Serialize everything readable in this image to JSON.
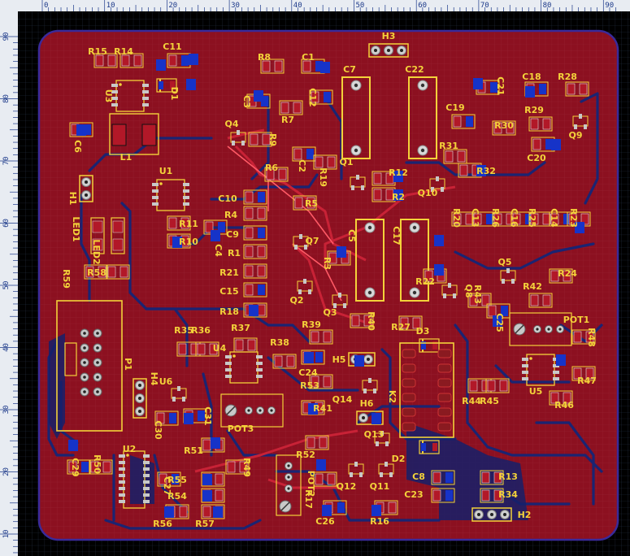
{
  "colors": {
    "background": "#000000",
    "grid": "#1a2230",
    "ruler_bg": "#e8ecf2",
    "ruler_text": "#1d3a8a",
    "board_fill": "#8c1020",
    "board_outline": "#3a2a9a",
    "top_copper": "#b21828",
    "bottom_copper": "#16206a",
    "pad_blue": "#1633c8",
    "silkscreen": "#f3d23a",
    "highlight": "#ff6060"
  },
  "ruler": {
    "horizontal": [
      "0",
      "10",
      "20",
      "30",
      "40",
      "50",
      "60",
      "70",
      "80",
      "90"
    ],
    "vertical": [
      "90",
      "80",
      "70",
      "60",
      "50",
      "40",
      "30",
      "20",
      "10"
    ]
  },
  "components": [
    {
      "name": "R15",
      "icon": "resistor-icon"
    },
    {
      "name": "R14",
      "icon": "resistor-icon"
    },
    {
      "name": "C11",
      "icon": "capacitor-icon"
    },
    {
      "name": "D1",
      "icon": "diode-icon"
    },
    {
      "name": "U3",
      "icon": "ic-icon"
    },
    {
      "name": "C6",
      "icon": "capacitor-icon"
    },
    {
      "name": "L1",
      "icon": "inductor-icon"
    },
    {
      "name": "U1",
      "icon": "ic-icon"
    },
    {
      "name": "R11",
      "icon": "resistor-icon"
    },
    {
      "name": "R10",
      "icon": "resistor-icon"
    },
    {
      "name": "C4",
      "icon": "capacitor-icon"
    },
    {
      "name": "H1",
      "icon": "header-icon"
    },
    {
      "name": "LED1",
      "icon": "led-icon"
    },
    {
      "name": "LED2",
      "icon": "led-icon"
    },
    {
      "name": "R59",
      "icon": "resistor-icon"
    },
    {
      "name": "R58",
      "icon": "resistor-icon"
    },
    {
      "name": "R8",
      "icon": "resistor-icon"
    },
    {
      "name": "C1",
      "icon": "capacitor-icon"
    },
    {
      "name": "C3",
      "icon": "capacitor-icon"
    },
    {
      "name": "C12",
      "icon": "capacitor-icon"
    },
    {
      "name": "R7",
      "icon": "resistor-icon"
    },
    {
      "name": "Q4",
      "icon": "transistor-icon"
    },
    {
      "name": "R9",
      "icon": "resistor-icon"
    },
    {
      "name": "C2",
      "icon": "capacitor-icon"
    },
    {
      "name": "R19",
      "icon": "resistor-icon"
    },
    {
      "name": "R6",
      "icon": "resistor-icon"
    },
    {
      "name": "C10",
      "icon": "capacitor-icon"
    },
    {
      "name": "R5",
      "icon": "resistor-icon"
    },
    {
      "name": "R4",
      "icon": "resistor-icon"
    },
    {
      "name": "C9",
      "icon": "capacitor-icon"
    },
    {
      "name": "R1",
      "icon": "resistor-icon"
    },
    {
      "name": "R21",
      "icon": "resistor-icon"
    },
    {
      "name": "C15",
      "icon": "capacitor-icon"
    },
    {
      "name": "R18",
      "icon": "resistor-icon"
    },
    {
      "name": "Q7",
      "icon": "transistor-icon"
    },
    {
      "name": "R3",
      "icon": "resistor-icon"
    },
    {
      "name": "Q2",
      "icon": "transistor-icon"
    },
    {
      "name": "Q3",
      "icon": "transistor-icon"
    },
    {
      "name": "H3",
      "icon": "header-icon"
    },
    {
      "name": "C7",
      "icon": "capacitor-icon"
    },
    {
      "name": "C22",
      "icon": "capacitor-icon"
    },
    {
      "name": "Q1",
      "icon": "transistor-icon"
    },
    {
      "name": "R12",
      "icon": "resistor-icon"
    },
    {
      "name": "R2",
      "icon": "resistor-icon"
    },
    {
      "name": "C5",
      "icon": "capacitor-icon"
    },
    {
      "name": "C17",
      "icon": "capacitor-icon"
    },
    {
      "name": "R40",
      "icon": "resistor-icon"
    },
    {
      "name": "R22",
      "icon": "resistor-icon"
    },
    {
      "name": "R27",
      "icon": "resistor-icon"
    },
    {
      "name": "Q8",
      "icon": "transistor-icon"
    },
    {
      "name": "Q10",
      "icon": "transistor-icon"
    },
    {
      "name": "R31",
      "icon": "resistor-icon"
    },
    {
      "name": "R32",
      "icon": "resistor-icon"
    },
    {
      "name": "C19",
      "icon": "capacitor-icon"
    },
    {
      "name": "C21",
      "icon": "capacitor-icon"
    },
    {
      "name": "R30",
      "icon": "resistor-icon"
    },
    {
      "name": "C18",
      "icon": "capacitor-icon"
    },
    {
      "name": "R28",
      "icon": "resistor-icon"
    },
    {
      "name": "R29",
      "icon": "resistor-icon"
    },
    {
      "name": "C20",
      "icon": "capacitor-icon"
    },
    {
      "name": "Q9",
      "icon": "transistor-icon"
    },
    {
      "name": "R20",
      "icon": "resistor-icon"
    },
    {
      "name": "C13",
      "icon": "capacitor-icon"
    },
    {
      "name": "R26",
      "icon": "resistor-icon"
    },
    {
      "name": "C16",
      "icon": "capacitor-icon"
    },
    {
      "name": "R25",
      "icon": "resistor-icon"
    },
    {
      "name": "C14",
      "icon": "capacitor-icon"
    },
    {
      "name": "R23",
      "icon": "resistor-icon"
    },
    {
      "name": "Q5",
      "icon": "transistor-icon"
    },
    {
      "name": "R24",
      "icon": "resistor-icon"
    },
    {
      "name": "R42",
      "icon": "resistor-icon"
    },
    {
      "name": "R43",
      "icon": "resistor-icon"
    },
    {
      "name": "C25",
      "icon": "capacitor-icon"
    },
    {
      "name": "POT1",
      "icon": "potentiometer-icon"
    },
    {
      "name": "R48",
      "icon": "resistor-icon"
    },
    {
      "name": "R47",
      "icon": "resistor-icon"
    },
    {
      "name": "U5",
      "icon": "ic-icon"
    },
    {
      "name": "R46",
      "icon": "resistor-icon"
    },
    {
      "name": "R44",
      "icon": "resistor-icon"
    },
    {
      "name": "R45",
      "icon": "resistor-icon"
    },
    {
      "name": "D3",
      "icon": "diode-icon"
    },
    {
      "name": "K2",
      "icon": "relay-icon"
    },
    {
      "name": "D2",
      "icon": "diode-icon"
    },
    {
      "name": "R39",
      "icon": "resistor-icon"
    },
    {
      "name": "C24",
      "icon": "capacitor-icon"
    },
    {
      "name": "H5",
      "icon": "header-icon"
    },
    {
      "name": "R53",
      "icon": "resistor-icon"
    },
    {
      "name": "Q14",
      "icon": "transistor-icon"
    },
    {
      "name": "H6",
      "icon": "header-icon"
    },
    {
      "name": "R41",
      "icon": "resistor-icon"
    },
    {
      "name": "R35",
      "icon": "resistor-icon"
    },
    {
      "name": "R36",
      "icon": "resistor-icon"
    },
    {
      "name": "R37",
      "icon": "resistor-icon"
    },
    {
      "name": "R38",
      "icon": "resistor-icon"
    },
    {
      "name": "U4",
      "icon": "ic-icon"
    },
    {
      "name": "POT3",
      "icon": "potentiometer-icon"
    },
    {
      "name": "R52",
      "icon": "resistor-icon"
    },
    {
      "name": "Q13",
      "icon": "transistor-icon"
    },
    {
      "name": "R17",
      "icon": "resistor-icon"
    },
    {
      "name": "POT2",
      "icon": "potentiometer-icon"
    },
    {
      "name": "Q12",
      "icon": "transistor-icon"
    },
    {
      "name": "Q11",
      "icon": "transistor-icon"
    },
    {
      "name": "C26",
      "icon": "capacitor-icon"
    },
    {
      "name": "R16",
      "icon": "resistor-icon"
    },
    {
      "name": "C8",
      "icon": "capacitor-icon"
    },
    {
      "name": "R13",
      "icon": "resistor-icon"
    },
    {
      "name": "C23",
      "icon": "capacitor-icon"
    },
    {
      "name": "R34",
      "icon": "resistor-icon"
    },
    {
      "name": "H2",
      "icon": "header-icon"
    },
    {
      "name": "P1",
      "icon": "connector-icon"
    },
    {
      "name": "H4",
      "icon": "header-icon"
    },
    {
      "name": "U6",
      "icon": "ic-icon"
    },
    {
      "name": "C30",
      "icon": "capacitor-icon"
    },
    {
      "name": "C31",
      "icon": "capacitor-icon"
    },
    {
      "name": "R51",
      "icon": "resistor-icon"
    },
    {
      "name": "U2",
      "icon": "ic-icon"
    },
    {
      "name": "C29",
      "icon": "capacitor-icon"
    },
    {
      "name": "R50",
      "icon": "resistor-icon"
    },
    {
      "name": "C27",
      "icon": "capacitor-icon"
    },
    {
      "name": "R55",
      "icon": "resistor-icon"
    },
    {
      "name": "R54",
      "icon": "resistor-icon"
    },
    {
      "name": "R49",
      "icon": "resistor-icon"
    },
    {
      "name": "R56",
      "icon": "resistor-icon"
    },
    {
      "name": "R57",
      "icon": "resistor-icon"
    }
  ]
}
